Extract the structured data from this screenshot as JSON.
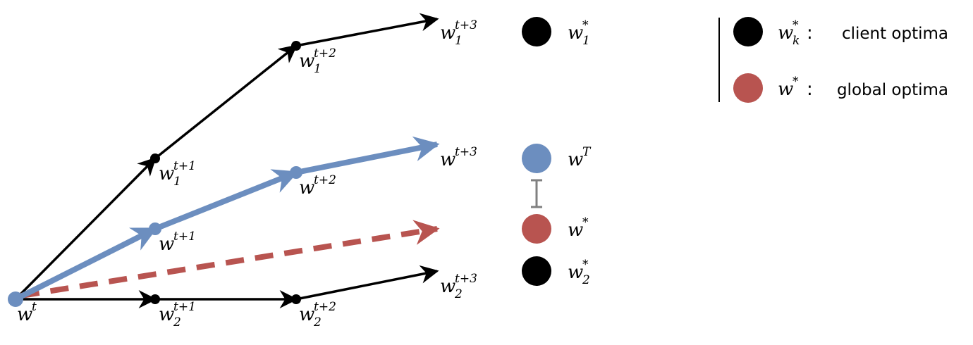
{
  "colors": {
    "black": "#000000",
    "blue": "#6c8ebf",
    "red": "#b85450",
    "gray": "#808080"
  },
  "labels": {
    "w_t": {
      "base": "w",
      "sup": "t",
      "sub": ""
    },
    "w1_t1": {
      "base": "w",
      "sup": "t+1",
      "sub": "1"
    },
    "w1_t2": {
      "base": "w",
      "sup": "t+2",
      "sub": "1"
    },
    "w1_t3": {
      "base": "w",
      "sup": "t+3",
      "sub": "1"
    },
    "wg_t1": {
      "base": "w",
      "sup": "t+1",
      "sub": ""
    },
    "wg_t2": {
      "base": "w",
      "sup": "t+2",
      "sub": ""
    },
    "wg_t3": {
      "base": "w",
      "sup": "t+3",
      "sub": ""
    },
    "w2_t1": {
      "base": "w",
      "sup": "t+1",
      "sub": "2"
    },
    "w2_t2": {
      "base": "w",
      "sup": "t+2",
      "sub": "2"
    },
    "w2_t3": {
      "base": "w",
      "sup": "t+3",
      "sub": "2"
    },
    "w1_star": {
      "base": "w",
      "sup": "*",
      "sub": "1"
    },
    "wT": {
      "base": "w",
      "sup": "T",
      "sub": ""
    },
    "w_star": {
      "base": "w",
      "sup": "*",
      "sub": ""
    },
    "w2_star": {
      "base": "w",
      "sup": "*",
      "sub": "2"
    }
  },
  "legend": {
    "client": {
      "base": "w",
      "sup": "*",
      "sub": "k",
      "colon": ":",
      "text": "client optima"
    },
    "global": {
      "base": "w",
      "sup": "*",
      "sub": "",
      "colon": ":",
      "text": "global optima"
    }
  }
}
